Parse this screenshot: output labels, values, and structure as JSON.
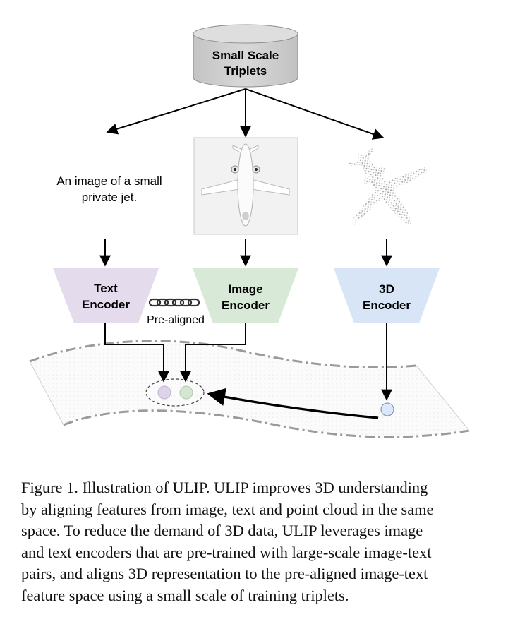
{
  "figure": {
    "database": {
      "line1": "Small Scale",
      "line2": "Triplets"
    },
    "text_sample": {
      "line1": "An image of a small",
      "line2": "private jet."
    },
    "encoders": {
      "text": {
        "line1": "Text",
        "line2": "Encoder",
        "color": "#e4dcec"
      },
      "image": {
        "line1": "Image",
        "line2": "Encoder",
        "color": "#d9e9d7"
      },
      "pointcloud": {
        "line1": "3D",
        "line2": "Encoder",
        "color": "#d7e5f7"
      }
    },
    "pre_aligned_label": "Pre-aligned",
    "icons": [
      "database-icon",
      "jet-image-icon",
      "point-cloud-jet-icon",
      "chain-link-icon"
    ],
    "colors": {
      "text_point": "#ddd3ea",
      "image_point": "#d3e6d0",
      "point3d": "#dbe8fb",
      "sheet_border": "#9a9a9a"
    }
  },
  "caption": {
    "lines": [
      "Figure 1.  Illustration of ULIP. ULIP improves 3D understanding",
      "by aligning features from image, text and point cloud in the same",
      "space.  To reduce the demand of 3D data, ULIP leverages image",
      "and text encoders that are pre-trained with large-scale image-text",
      "pairs, and aligns 3D representation to the pre-aligned image-text",
      "feature space using a small scale of training triplets."
    ]
  }
}
